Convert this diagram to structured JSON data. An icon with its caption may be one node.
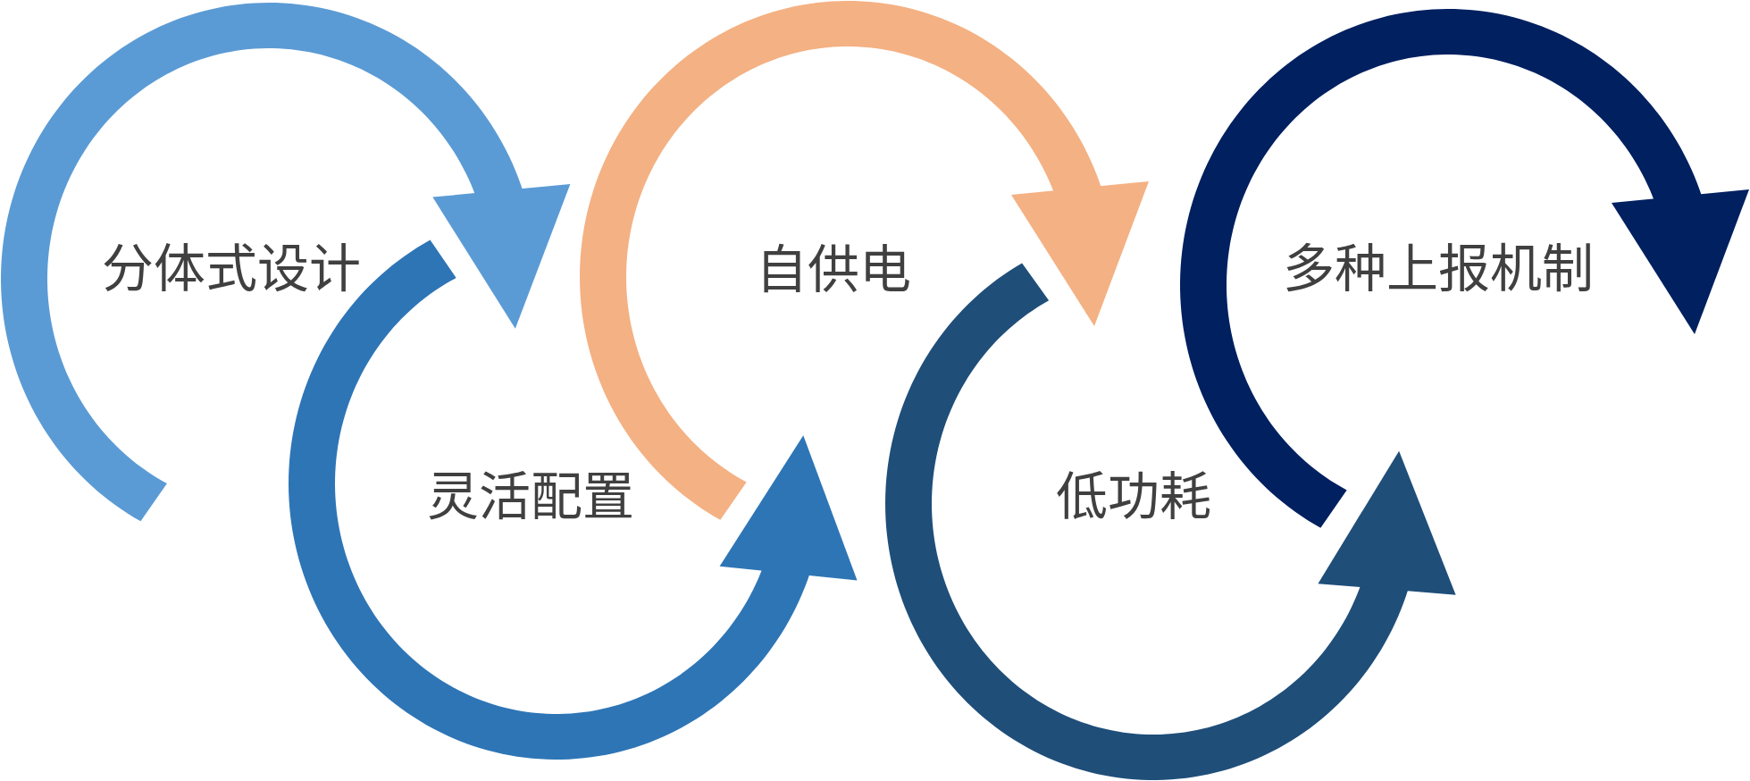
{
  "diagram": {
    "nodes": [
      {
        "text": [
          "分体式设计"
        ]
      },
      {
        "text": [
          "灵活配置"
        ]
      },
      {
        "text": [
          "自供电"
        ]
      },
      {
        "text": [
          "低功耗"
        ]
      },
      {
        "text": [
          "多种上报机制"
        ]
      }
    ],
    "edges": [
      {
        "from": 0,
        "to": 1,
        "arrow": "to",
        "color": "#5b9bd5"
      },
      {
        "from": 1,
        "to": 2,
        "arrow": "to",
        "color": "#2e75b6"
      },
      {
        "from": 2,
        "to": 3,
        "arrow": "to",
        "color": "#f4b183"
      },
      {
        "from": 3,
        "to": 4,
        "arrow": "to",
        "color": "#1f4e79"
      },
      {
        "from": 4,
        "to": null,
        "arrow": "to",
        "color": "#002060"
      }
    ]
  }
}
